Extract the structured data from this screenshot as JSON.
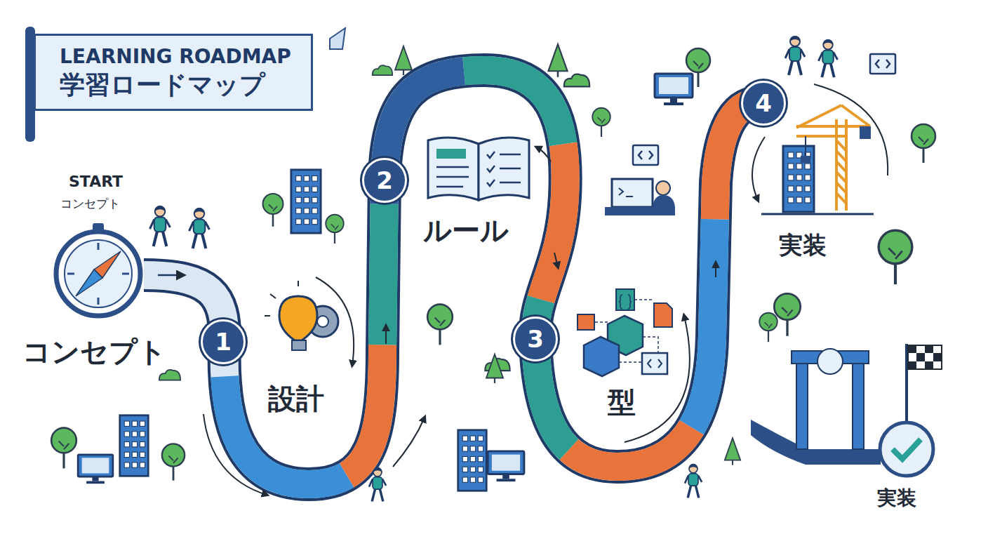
{
  "diagram": {
    "nodes": [
      {
        "text": [
          "LEARNING ROADMAP",
          "学習ロードマップ"
        ]
      },
      {
        "text": [
          "1"
        ]
      },
      {
        "text": [
          "2"
        ]
      },
      {
        "text": [
          "3"
        ]
      },
      {
        "text": [
          "4"
        ]
      }
    ],
    "labels": [
      "START",
      "コンセプト",
      "コンセプト",
      "設計",
      "ルール",
      "型",
      "実装",
      "実装"
    ]
  }
}
